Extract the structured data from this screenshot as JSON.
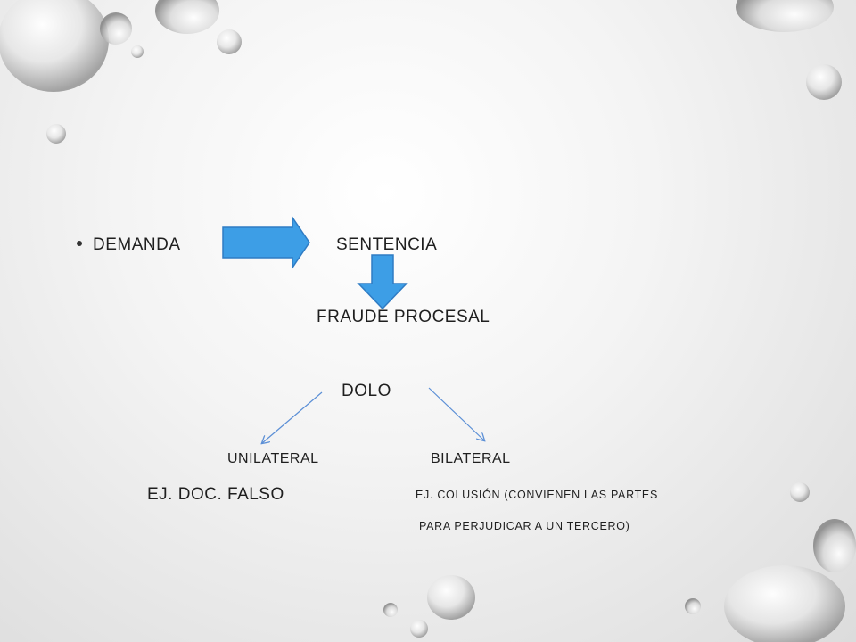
{
  "slide": {
    "bullet": {
      "demanda": "DEMANDA",
      "sentencia": "SENTENCIA"
    },
    "fraude": "FRAUDE PROCESAL",
    "dolo": "DOLO",
    "unilateral": "UNILATERAL",
    "bilateral": "BILATERAL",
    "ej_unilateral": "EJ. DOC. FALSO",
    "ej_bilateral_line1": "EJ. COLUSIÓN (CONVIENEN LAS PARTES",
    "ej_bilateral_line2": "PARA PERJUDICAR A UN TERCERO)"
  },
  "colors": {
    "arrow_fill": "#3d9ee6",
    "arrow_stroke": "#2f7cc4",
    "branch_line": "#5b8fd6",
    "text": "#1f1f1f"
  }
}
